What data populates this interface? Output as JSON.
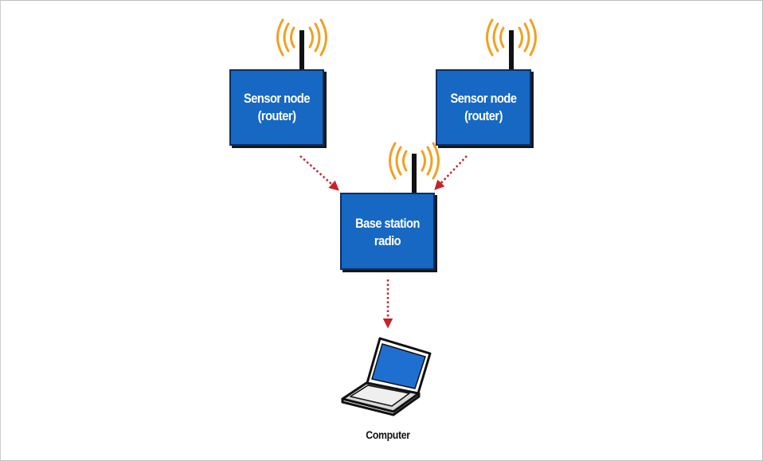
{
  "diagram": {
    "nodes": {
      "sensor_left": {
        "line1": "Sensor node",
        "line2": "(router)"
      },
      "sensor_right": {
        "line1": "Sensor node",
        "line2": "(router)"
      },
      "base_station": {
        "line1": "Base station",
        "line2": "radio"
      },
      "computer": {
        "label": "Computer"
      }
    },
    "edges": [
      {
        "from": "sensor_left",
        "to": "base_station",
        "style": "dotted-arrow"
      },
      {
        "from": "sensor_right",
        "to": "base_station",
        "style": "dotted-arrow"
      },
      {
        "from": "base_station",
        "to": "computer",
        "style": "dotted-arrow"
      }
    ],
    "colors": {
      "node_fill": "#1467c2",
      "node_border": "#0a2f63",
      "arrow": "#c8222a",
      "signal": "#f2a023",
      "antenna": "#111111",
      "screen": "#1f6fd1"
    }
  }
}
